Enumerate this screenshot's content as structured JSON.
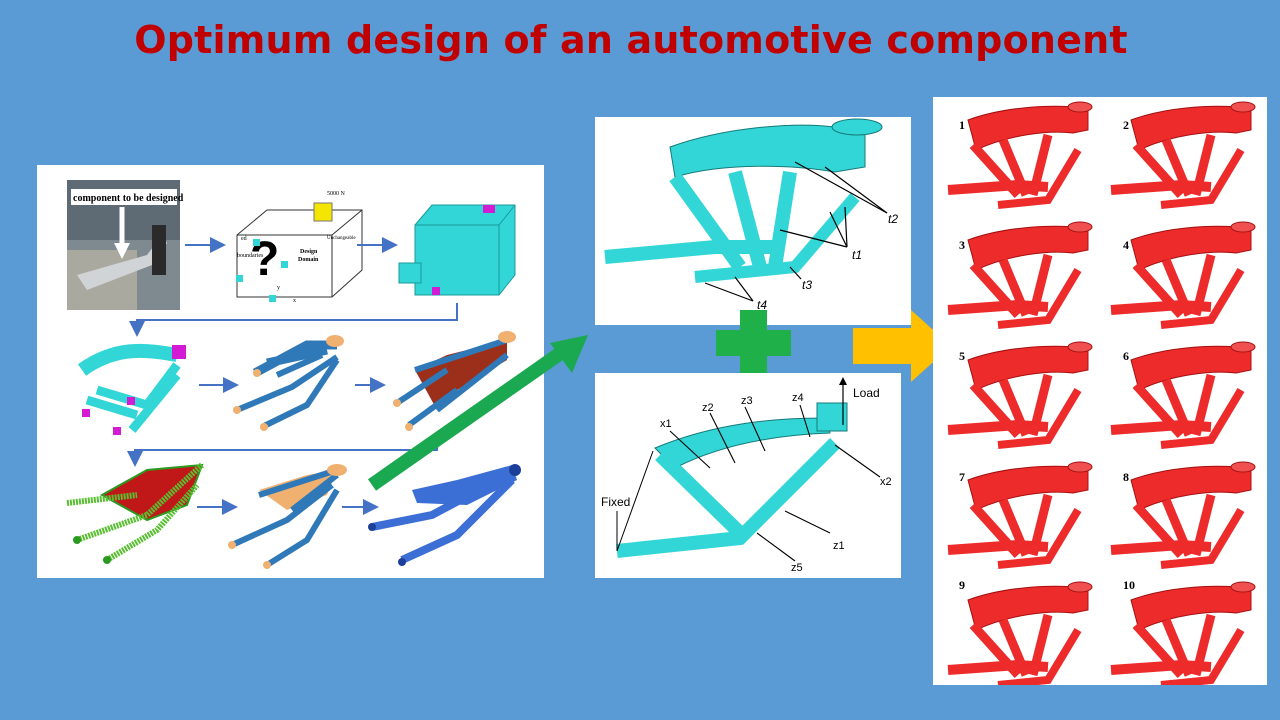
{
  "slide": {
    "title": "Optimum design of an automotive component",
    "background_color": "#5b9bd5",
    "title_color": "#c00000"
  },
  "workflow": {
    "photo_label": "component to be designed",
    "question_mark": "?",
    "load_label": "5000 N",
    "design_domain_label_1": "Design",
    "design_domain_label_2": "Domain",
    "boundaries_label_1": "ed",
    "boundaries_label_2": "boundaries",
    "unchangeable_label": "Unchangeable",
    "axis_y": "y",
    "axis_x": "x"
  },
  "thickness_model": {
    "labels": [
      "t2",
      "t1",
      "t3",
      "t4"
    ]
  },
  "shape_model": {
    "load_label": "Load",
    "fixed_label": "Fixed",
    "variables": [
      "x1",
      "z2",
      "z3",
      "z4",
      "x2",
      "z1",
      "z5"
    ]
  },
  "results": {
    "numbers": [
      "1",
      "2",
      "3",
      "4",
      "5",
      "6",
      "7",
      "8",
      "9",
      "10"
    ]
  },
  "colors": {
    "cyan": "#33d6d6",
    "red_part": "#ee2b2b",
    "green_arrow": "#1aa850",
    "yellow_arrow": "#ffc000",
    "plus": "#1fb04a",
    "flow_arrow": "#4472c4"
  }
}
